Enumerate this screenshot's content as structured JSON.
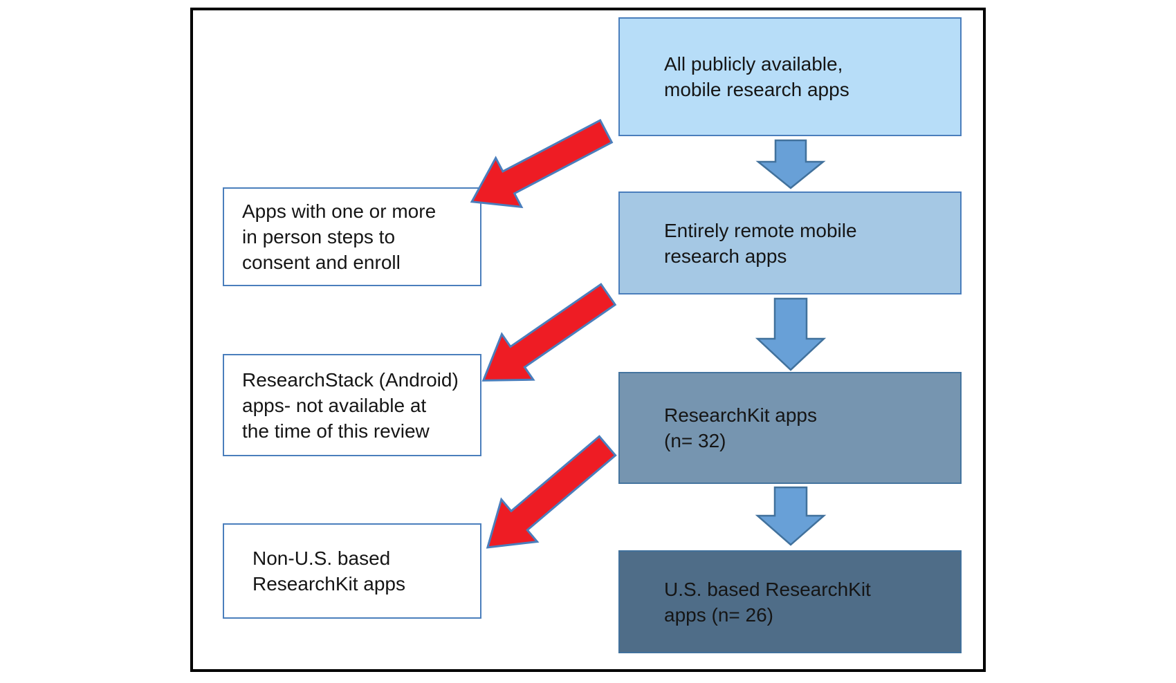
{
  "diagram": {
    "type": "flowchart",
    "text_color": "#151515",
    "frame_color": "#000000",
    "background": "#ffffff",
    "flow_boxes": [
      {
        "name": "all-apps",
        "lines": [
          "All publicly available,",
          "mobile research apps"
        ],
        "fill": "#b7ddf8",
        "border": "#4a7ebc"
      },
      {
        "name": "remote-apps",
        "lines": [
          "Entirely remote mobile",
          "research apps"
        ],
        "fill": "#a5c8e4",
        "border": "#4a7ebc"
      },
      {
        "name": "researchkit-apps",
        "lines": [
          "ResearchKit apps",
          "(n= 32)"
        ],
        "n": 32,
        "fill": "#7695b0",
        "border": "#44749f"
      },
      {
        "name": "us-researchkit-apps",
        "lines": [
          "U.S. based ResearchKit",
          "apps (n= 26)"
        ],
        "n": 26,
        "fill": "#4f6d88",
        "border": "#41719c"
      }
    ],
    "excluded_boxes": [
      {
        "name": "in-person-apps",
        "lines": [
          "Apps with one or more",
          "in person steps to",
          "consent and enroll"
        ],
        "fill": "#ffffff",
        "border": "#4a7ebc"
      },
      {
        "name": "researchstack-apps",
        "lines": [
          "ResearchStack (Android)",
          "apps- not available at",
          "the time of this review"
        ],
        "fill": "#ffffff",
        "border": "#4a7ebc"
      },
      {
        "name": "non-us-apps",
        "lines": [
          "Non-U.S. based",
          "ResearchKit apps"
        ],
        "fill": "#ffffff",
        "border": "#4a7ebc"
      }
    ],
    "arrows": {
      "down_fill": "#68a0d7",
      "down_stroke": "#41719c",
      "red_fill": "#ee1c24",
      "red_stroke": "#4a7ebc"
    }
  }
}
